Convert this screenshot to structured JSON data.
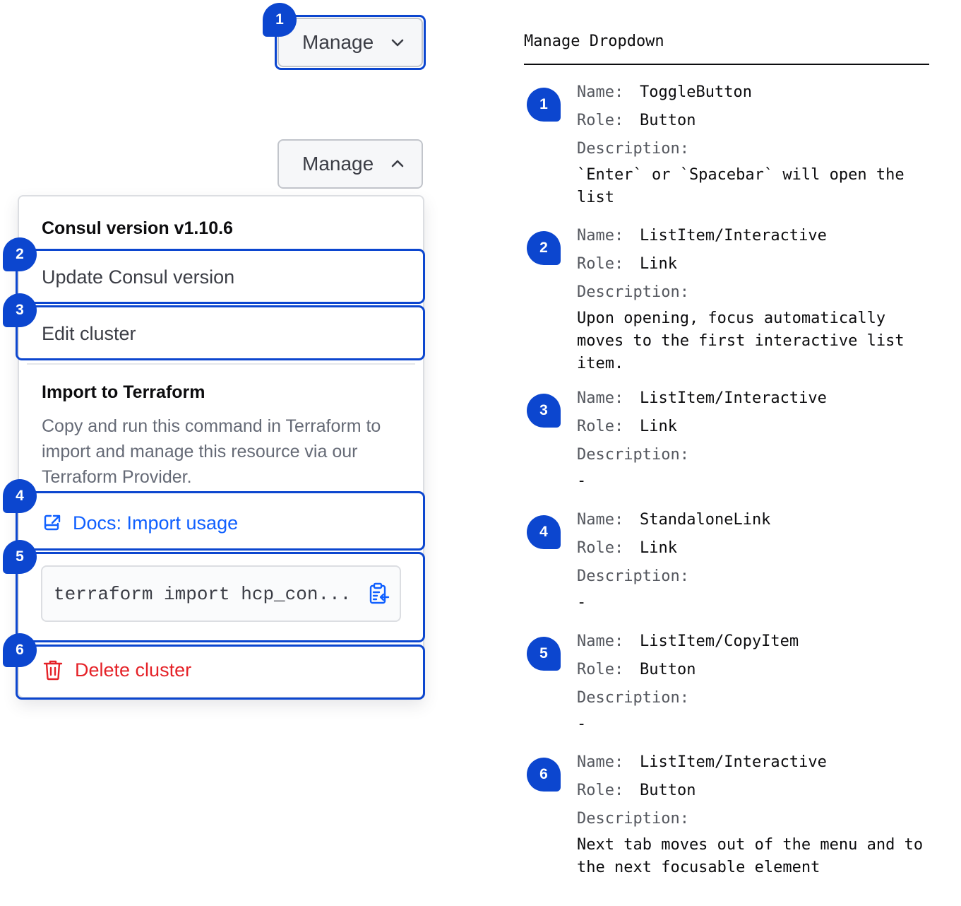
{
  "title": "Manage Dropdown",
  "toggle_closed": {
    "label": "Manage"
  },
  "toggle_open": {
    "label": "Manage"
  },
  "dropdown": {
    "version_header": "Consul version v1.10.6",
    "update_item": "Update Consul version",
    "edit_item": "Edit cluster",
    "import_header": "Import to Terraform",
    "import_description": "Copy and run this command in Terraform to import and manage this resource via our Terraform Provider.",
    "docs_link": "Docs: Import usage",
    "copy_code": "terraform import hcp_con...",
    "delete_item": "Delete cluster"
  },
  "markers": [
    "1",
    "2",
    "3",
    "4",
    "5",
    "6"
  ],
  "field_labels": {
    "name": "Name:",
    "role": "Role:",
    "description": "Description:"
  },
  "annotations": [
    {
      "num": "1",
      "name": "ToggleButton",
      "role": "Button",
      "description": "`Enter` or `Spacebar` will open the list"
    },
    {
      "num": "2",
      "name": "ListItem/Interactive",
      "role": "Link",
      "description": "Upon opening, focus automatically moves to the first interactive list item."
    },
    {
      "num": "3",
      "name": "ListItem/Interactive",
      "role": "Link",
      "description": "-"
    },
    {
      "num": "4",
      "name": "StandaloneLink",
      "role": "Link",
      "description": "-"
    },
    {
      "num": "5",
      "name": "ListItem/CopyItem",
      "role": "Button",
      "description": "-"
    },
    {
      "num": "6",
      "name": "ListItem/Interactive",
      "role": "Button",
      "description": "Next tab moves out of the menu and to the next focusable element"
    }
  ],
  "colors": {
    "focus": "#0c46cf",
    "link": "#1060ff",
    "danger": "#e52228",
    "muted": "#656a76"
  },
  "icons": [
    "chevron-down-icon",
    "chevron-up-icon",
    "external-link-icon",
    "clipboard-copy-icon",
    "trash-icon"
  ]
}
